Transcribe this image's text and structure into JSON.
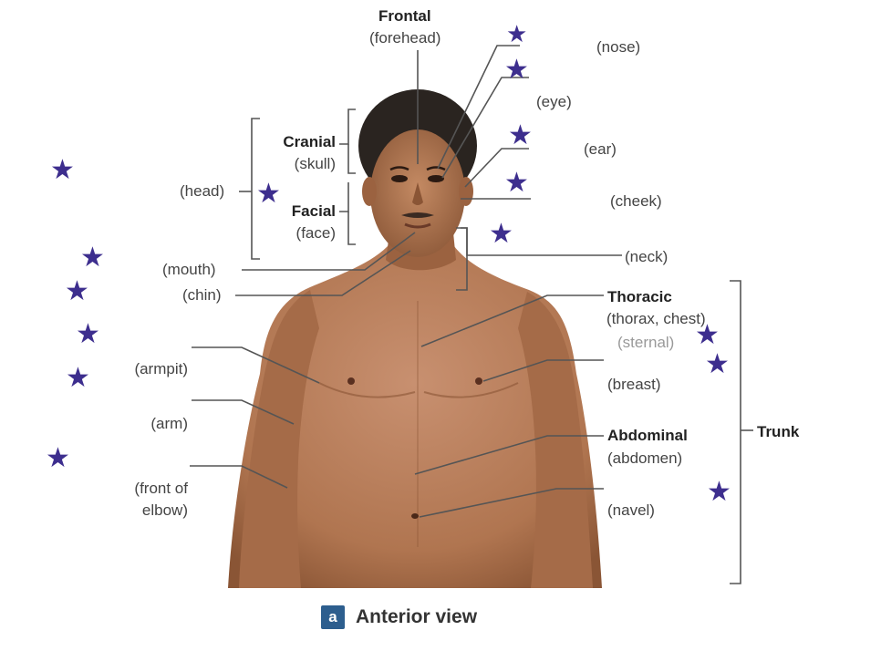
{
  "labels": {
    "frontal": "Frontal",
    "forehead": "(forehead)",
    "nose": "(nose)",
    "eye": "(eye)",
    "ear": "(ear)",
    "cheek": "(cheek)",
    "neck": "(neck)",
    "cranial": "Cranial",
    "skull": "(skull)",
    "facial": "Facial",
    "face": "(face)",
    "head": "(head)",
    "mouth": "(mouth)",
    "chin": "(chin)",
    "armpit": "(armpit)",
    "arm": "(arm)",
    "front_of": "(front of",
    "elbow": "elbow)",
    "thoracic": "Thoracic",
    "thorax_chest": "(thorax, chest)",
    "sternal": "(sternal)",
    "breast": "(breast)",
    "abdominal": "Abdominal",
    "abdomen": "(abdomen)",
    "navel": "(navel)",
    "trunk": "Trunk"
  },
  "caption": {
    "badge": "a",
    "text": "Anterior view"
  },
  "colors": {
    "star": "#3d2e8e",
    "leader_line": "#555555",
    "skin": "#b57a55",
    "hair": "#2a2420",
    "badge": "#2d5e8e"
  },
  "star_icon": "star-icon"
}
